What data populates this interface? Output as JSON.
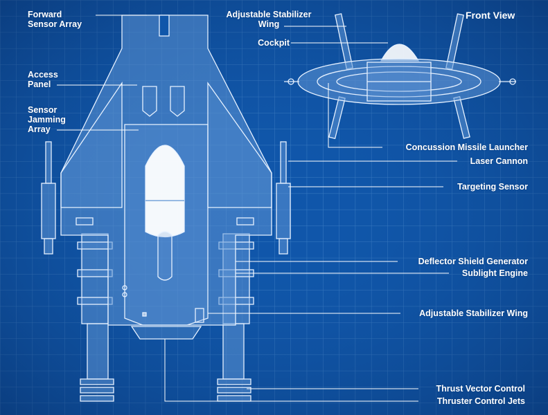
{
  "title": "Front View",
  "labels": {
    "forward_sensor_array": [
      "Forward",
      "Sensor Array"
    ],
    "access_panel": [
      "Access",
      "Panel"
    ],
    "sensor_jamming_array": [
      "Sensor",
      "Jamming",
      "Array"
    ],
    "adjustable_stabilizer_wing_top": [
      "Adjustable Stabilizer",
      "Wing"
    ],
    "cockpit": "Cockpit",
    "concussion_missile_launcher": "Concussion Missile Launcher",
    "laser_cannon": "Laser Cannon",
    "targeting_sensor": "Targeting Sensor",
    "deflector_shield_generator": "Deflector Shield Generator",
    "sublight_engine": "Sublight Engine",
    "adjustable_stabilizer_wing": "Adjustable Stabilizer Wing",
    "thrust_vector_control": "Thrust Vector Control",
    "thruster_control_jets": "Thruster Control Jets"
  },
  "colors": {
    "background": "#0d4c9b",
    "grid": "#3f7fc4",
    "line": "#e6f1ff",
    "fill": "#5d93d3"
  }
}
